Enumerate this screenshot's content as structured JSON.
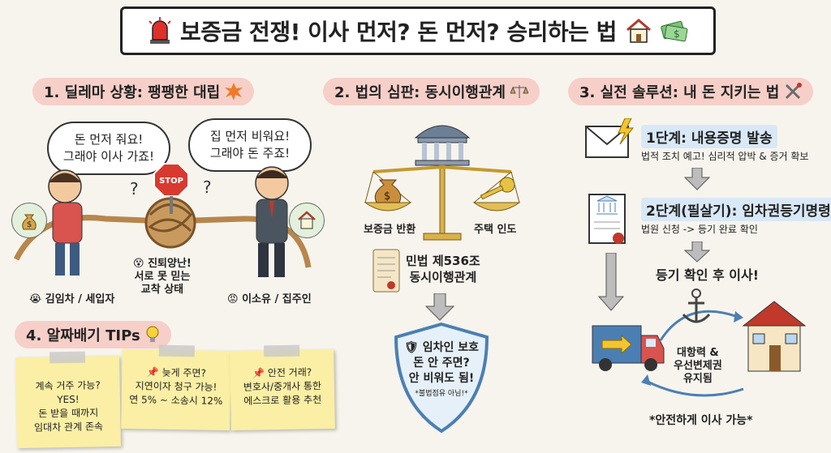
{
  "title": "보증금 전쟁! 이사 먼저? 돈 먼저? 승리하는 법",
  "section1": {
    "heading": "1. 딜레마 상황: 팽팽한 대립",
    "tenant_bubble_1": "돈 먼저 줘요!",
    "tenant_bubble_2": "그래야 이사 가죠!",
    "landlord_bubble_1": "집 먼저 비워요!",
    "landlord_bubble_2": "그래야 돈 주죠!",
    "stop_sign": "STOP",
    "knot_caption_1": "진퇴양난!",
    "knot_caption_2": "서로 못 믿는",
    "knot_caption_3": "교착 상태",
    "tenant_name": "김임차 / 세입자",
    "landlord_name": "이소유 / 집주인"
  },
  "section2": {
    "heading": "2. 법의 심판: 동시이행관계",
    "left_pan": "보증금 반환",
    "right_pan": "주택 인도",
    "scroll_1": "민법 제536조",
    "scroll_2": "동시이행관계",
    "shield_1": "임차인 보호",
    "shield_2": "돈 안 주면?",
    "shield_3": "안 비워도 됨!",
    "shield_4": "*불법점유 아님!*"
  },
  "section3": {
    "heading": "3. 실전 솔루션: 내 돈 지키는 법",
    "step1_title": "1단계: 내용증명 발송",
    "step1_sub": "법적 조치 예고! 심리적 압박 & 증거 확보",
    "step2_title": "2단계(필살기): 임차권등기명령",
    "step2_sub": "법원 신청 -> 등기 완료 확인",
    "confirm": "등기 확인 후 이사!",
    "anchor_1": "대항력 &",
    "anchor_2": "우선변제권",
    "anchor_3": "유지됨",
    "footer": "*안전하게 이사 가능*"
  },
  "section4": {
    "heading": "4. 알짜배기 TIPs",
    "note1": [
      "계속 거주 가능?",
      "YES!",
      "돈 받을 때까지",
      "임대차 관계 존속"
    ],
    "note2": [
      "늦게 주면?",
      "지연이자 청구 가능!",
      "연 5% ~ 소송시 12%"
    ],
    "note3": [
      "안전 거래?",
      "변호사/중개사 통한",
      "에스크로 활용 추천"
    ]
  }
}
